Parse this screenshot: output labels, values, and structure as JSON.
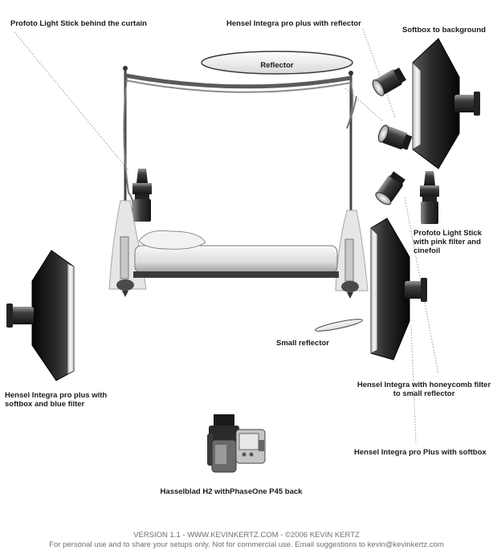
{
  "labels": {
    "profoto_curtain": "Profoto Light Stick behind the curtain",
    "hensel_reflector": "Hensel Integra pro plus with reflector",
    "softbox_background": "Softbox to background",
    "reflector": "Reflector",
    "profoto_pink": [
      "Profoto Light Stick",
      "with pink filter and",
      "cinefoil"
    ],
    "small_reflector": "Small reflector",
    "hensel_blue": [
      "Hensel Integra pro plus with",
      "softbox and blue filter"
    ],
    "hensel_honeycomb": [
      "Hensel Integra with honeycomb filter",
      "to small reflector"
    ],
    "hensel_softbox": "Hensel Integra pro Plus with softbox",
    "camera": "Hasselblad H2 withPhaseOne P45 back"
  },
  "footer": {
    "line1": "VERSION 1.1   -   WWW.KEVINKERTZ.COM   -   ©2006 KEVIN KERTZ",
    "line2": "For personal use and to share your setups only. Not for commercial use.  Email suggestions to kevin@kevinkertz.com"
  },
  "icons": {
    "camera": "medium-format-camera-icon",
    "strobe": "studio-strobe-icon",
    "softbox": "softbox-icon",
    "light_stick": "light-stick-icon",
    "bed": "four-poster-bed-icon"
  }
}
